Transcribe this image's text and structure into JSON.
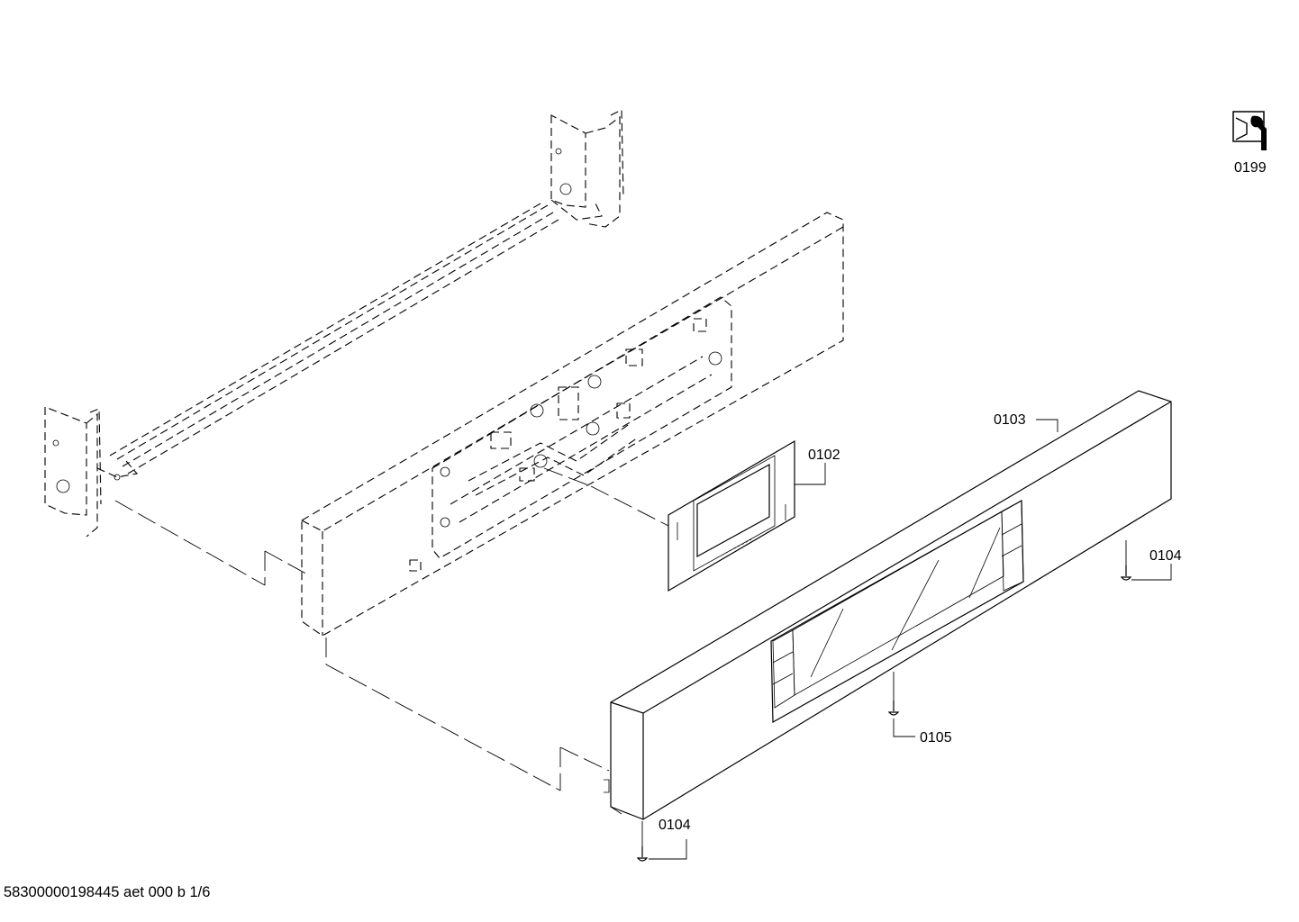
{
  "drawing": {
    "parts": [
      {
        "number": "0102",
        "name": "display-module"
      },
      {
        "number": "0103",
        "name": "control-panel-fascia"
      },
      {
        "number": "0104",
        "name": "screw"
      },
      {
        "number": "0104",
        "name": "screw"
      },
      {
        "number": "0105",
        "name": "screw"
      },
      {
        "number": "0199",
        "name": "tool-symbol"
      }
    ],
    "footer": "58300000198445 aet 000 b 1/6"
  }
}
